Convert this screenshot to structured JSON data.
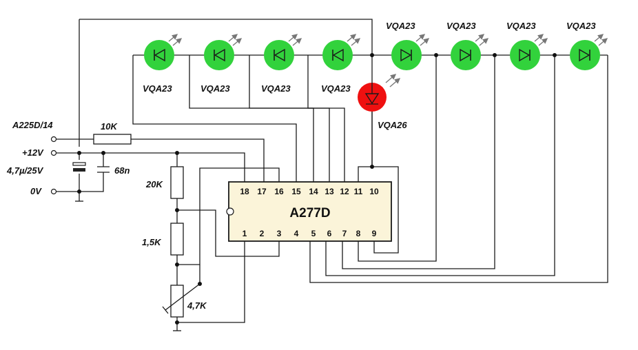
{
  "colors": {
    "led_green": "#32d23c",
    "led_red": "#ef1010",
    "wire": "#1a1a1a",
    "chip_fill": "#fbf4d9"
  },
  "labels": {
    "input": "A225D/14",
    "supply": "+12V",
    "ground": "0V",
    "r_input": "10K",
    "cap_elec": "4,7µ/25V",
    "cap_ceramic": "68n",
    "r_top": "20K",
    "r_mid": "1,5K",
    "pot": "4,7K",
    "ic": "A277D",
    "led_green": "VQA23",
    "led_red": "VQA26"
  },
  "ic_pins_top": [
    "18",
    "17",
    "16",
    "15",
    "14",
    "13",
    "12",
    "11",
    "10"
  ],
  "ic_pins_bottom": [
    "1",
    "2",
    "3",
    "4",
    "5",
    "6",
    "7",
    "8",
    "9"
  ]
}
